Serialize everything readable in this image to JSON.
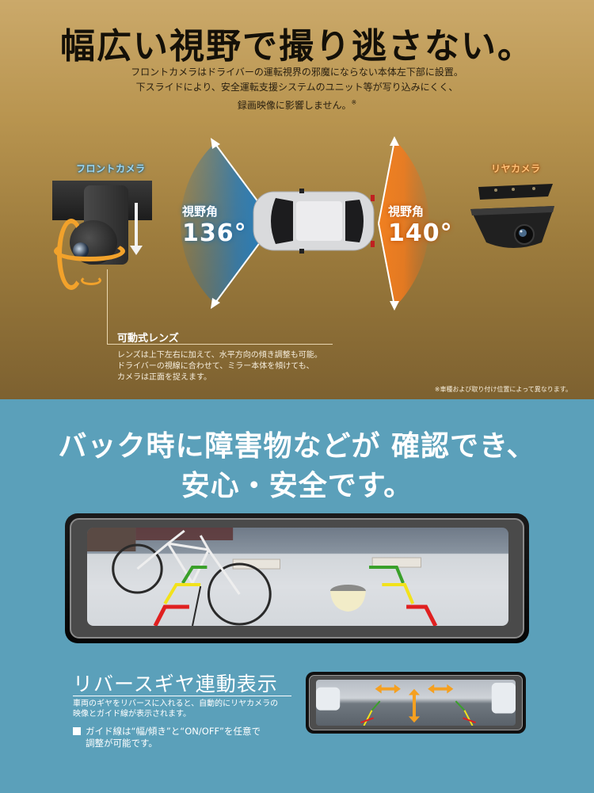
{
  "top_section": {
    "headline": "幅広い視野で撮り逃さない。",
    "intro_lines": [
      "フロントカメラはドライバーの運転視界の邪魔にならない本体左下部に設置。",
      "下スライドにより、安全運転支援システムのユニット等が写り込みにくく、",
      "録画映像に影響しません。"
    ],
    "intro_mark": "※",
    "front_camera": {
      "label": "フロントカメラ",
      "fov_caption": "視野角",
      "fov_value": "136°",
      "color": "#1c78c0"
    },
    "rear_camera": {
      "label": "リヤカメラ",
      "fov_caption": "視野角",
      "fov_value": "140°",
      "color": "#f07a1e"
    },
    "movable_lens": {
      "title": "可動式レンズ",
      "lines": [
        "レンズは上下左右に加えて、水平方向の傾き調整も可能。",
        "ドライバーの視線に合わせて、ミラー本体を傾けても、",
        "カメラは正面を捉えます。"
      ]
    },
    "footnote": "※車種および取り付け位置によって異なります。"
  },
  "bottom_section": {
    "headline_lines": [
      "バック時に障害物などが 確認でき、",
      "安心・安全です。"
    ],
    "reverse_gear": {
      "title": "リバースギヤ連動表示",
      "desc_lines": [
        "車両のギヤをリバースに入れると、自動的にリヤカメラの",
        "映像とガイド線が表示されます。"
      ],
      "bullet_lines": [
        "ガイド線は“幅/傾き”と“ON/OFF”を任意で",
        "調整が可能です。"
      ]
    },
    "guide_colors": {
      "near": "#e02020",
      "mid": "#f2e21c",
      "far": "#3aa02a",
      "adjust_arrow": "#f5a020"
    }
  }
}
